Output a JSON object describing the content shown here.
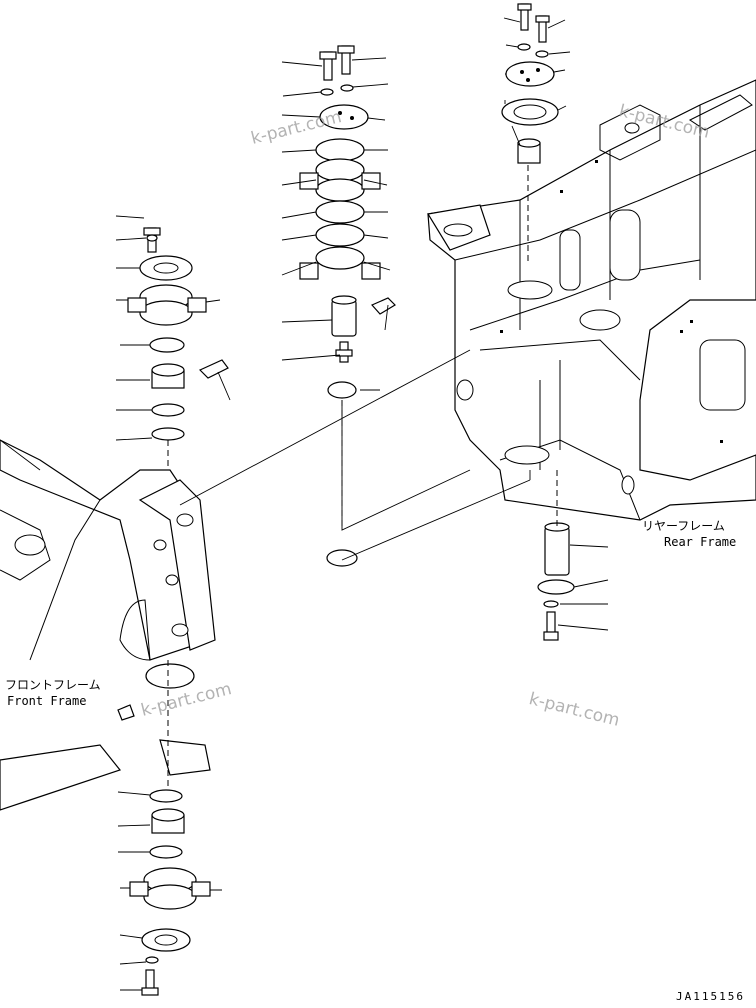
{
  "labels": {
    "rear_frame_jp": "リヤーフレーム",
    "rear_frame_en": "Rear Frame",
    "front_frame_jp": "フロントフレーム",
    "front_frame_en": "Front Frame"
  },
  "watermarks": [
    "k-part.com",
    "k-part.com",
    "k-part.com",
    "k-part.com"
  ],
  "drawing_code": "JA115156"
}
